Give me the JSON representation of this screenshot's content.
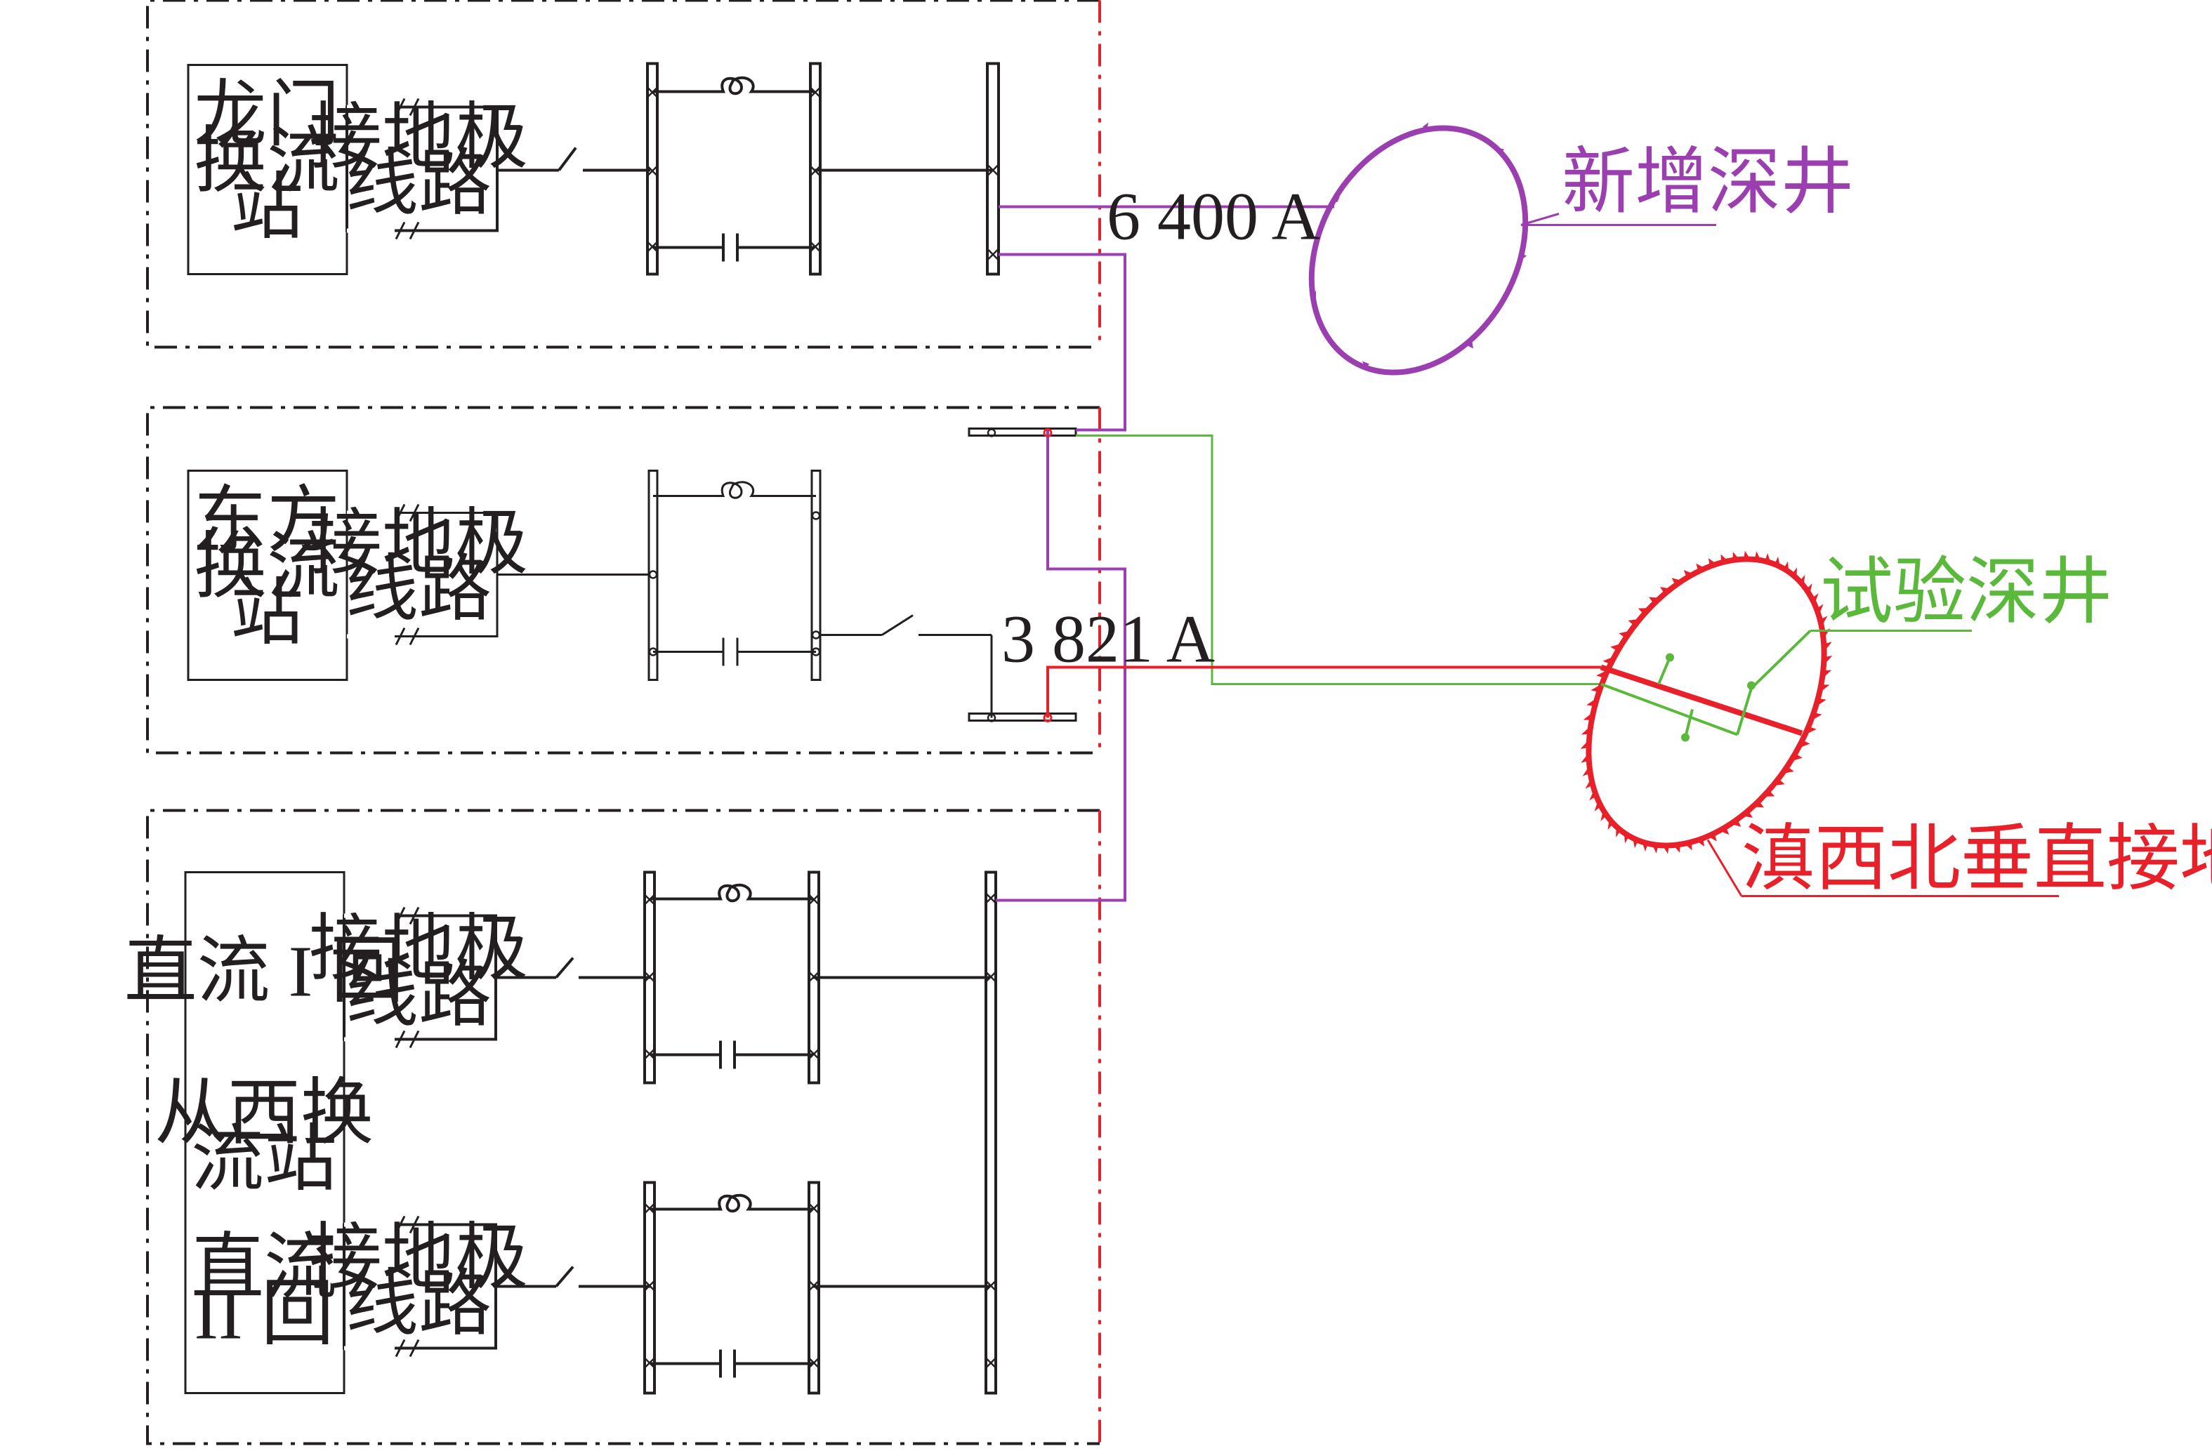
{
  "colors": {
    "wire": "#231f20",
    "frame_red": "#e8202a",
    "new_well": "#9b3fb0",
    "test_well": "#5ab93a",
    "electrode": "#e8202a"
  },
  "stations": {
    "longmen": {
      "name_lines": [
        "龙门",
        "换流",
        "站"
      ],
      "line_label": [
        "接地极",
        "线路"
      ]
    },
    "dongfang": {
      "name_lines": [
        "东方",
        "换流",
        "站"
      ],
      "line_label": [
        "接地极",
        "线路"
      ]
    },
    "congxi": {
      "circuit1": "直流 I 回",
      "name_lines": [
        "从西换",
        "流站"
      ],
      "circuit2_lines": [
        "直流",
        "II 回"
      ],
      "line_label": [
        "接地极",
        "线路"
      ]
    }
  },
  "currents": {
    "longmen": "6 400 A",
    "dongfang": "3 821 A"
  },
  "legend": {
    "new_well": "新增深井",
    "test_well": "试验深井",
    "electrode": "滇西北垂直接地极"
  }
}
